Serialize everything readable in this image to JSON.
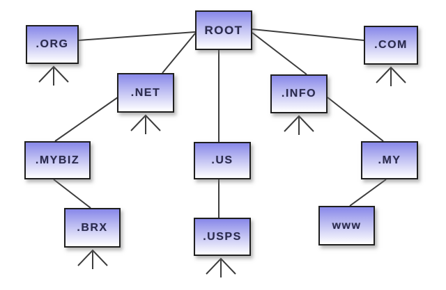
{
  "diagram": {
    "nodes": [
      {
        "id": "root",
        "label": "ROOT",
        "has_more_children_indicator": false
      },
      {
        "id": "org",
        "label": ".ORG",
        "has_more_children_indicator": true
      },
      {
        "id": "com",
        "label": ".COM",
        "has_more_children_indicator": true
      },
      {
        "id": "net",
        "label": ".NET",
        "has_more_children_indicator": true
      },
      {
        "id": "info",
        "label": ".INFO",
        "has_more_children_indicator": true
      },
      {
        "id": "mybiz",
        "label": ".MYBIZ",
        "has_more_children_indicator": false
      },
      {
        "id": "us",
        "label": ".US",
        "has_more_children_indicator": false
      },
      {
        "id": "my",
        "label": ".MY",
        "has_more_children_indicator": false
      },
      {
        "id": "brx",
        "label": ".BRX",
        "has_more_children_indicator": true
      },
      {
        "id": "usps",
        "label": ".USPS",
        "has_more_children_indicator": true
      },
      {
        "id": "www",
        "label": "www",
        "has_more_children_indicator": false
      }
    ],
    "edges": [
      {
        "from": "ROOT",
        "to": ".ORG"
      },
      {
        "from": "ROOT",
        "to": ".NET"
      },
      {
        "from": "ROOT",
        "to": ".US"
      },
      {
        "from": "ROOT",
        "to": ".INFO"
      },
      {
        "from": "ROOT",
        "to": ".COM"
      },
      {
        "from": ".NET",
        "to": ".MYBIZ"
      },
      {
        "from": ".MYBIZ",
        "to": ".BRX"
      },
      {
        "from": ".US",
        "to": ".USPS"
      },
      {
        "from": ".INFO",
        "to": ".MY"
      },
      {
        "from": ".MY",
        "to": "www"
      }
    ],
    "colors": {
      "box_fill_top": "#8888e9",
      "box_fill_bottom": "#ffffff",
      "box_border": "#1e1e1e",
      "label_text": "#2b2b4e",
      "connector": "#3d3d3d",
      "background": "#ffffff"
    }
  }
}
